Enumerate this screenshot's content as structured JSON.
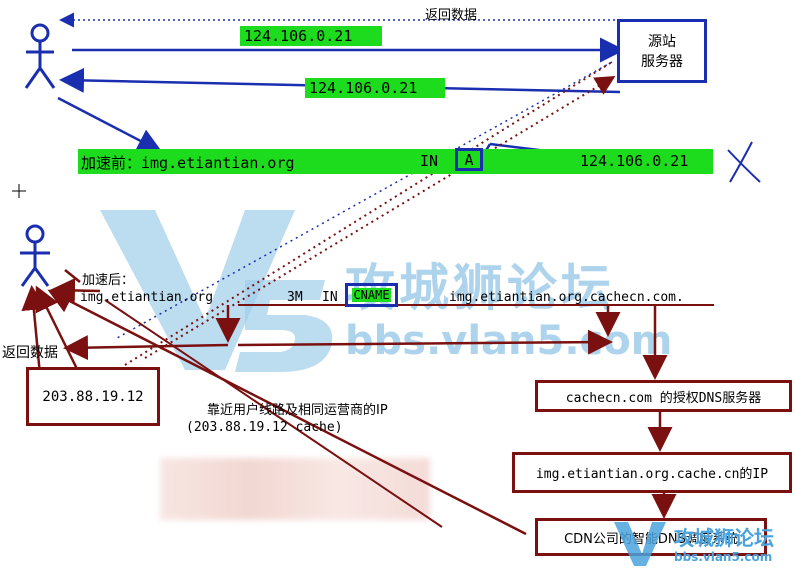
{
  "top": {
    "return_data_top": "返回数据",
    "ip_label_1": "124.106.0.21",
    "ip_label_2": "124.106.0.21",
    "origin_server": [
      "源站",
      "服务器"
    ]
  },
  "before": {
    "label": "加速前：img.etiantian.org",
    "in": "IN",
    "record": "A",
    "ip": "124.106.0.21"
  },
  "after": {
    "label": "加速后：",
    "domain": "img.etiantian.org",
    "ttl": "3M",
    "in": "IN",
    "record": "CNAME",
    "target": "img.etiantian.org.cachecn.com."
  },
  "left": {
    "return_data": "返回数据",
    "cache_ip": "203.88.19.12",
    "near_note": "靠近用户线路及相同运营商的IP",
    "near_note_2": "(203.88.19.12 cache)"
  },
  "right": {
    "auth_dns": "cachecn.com 的授权DNS服务器",
    "cache_ip": "img.etiantian.org.cache.cn的IP",
    "smart_dns": "CDN公司的智能DNS调度系统"
  },
  "watermark": {
    "text": "攻城狮论坛",
    "url": "bbs.vlan5.com",
    "small_text": "攻城狮论坛",
    "small_url": "bbs.vlan5.com"
  },
  "colors": {
    "green": "#1ddc1d",
    "blue": "#1a2fb0",
    "darkred": "#7a1010",
    "watermark": "#6db5e0"
  }
}
